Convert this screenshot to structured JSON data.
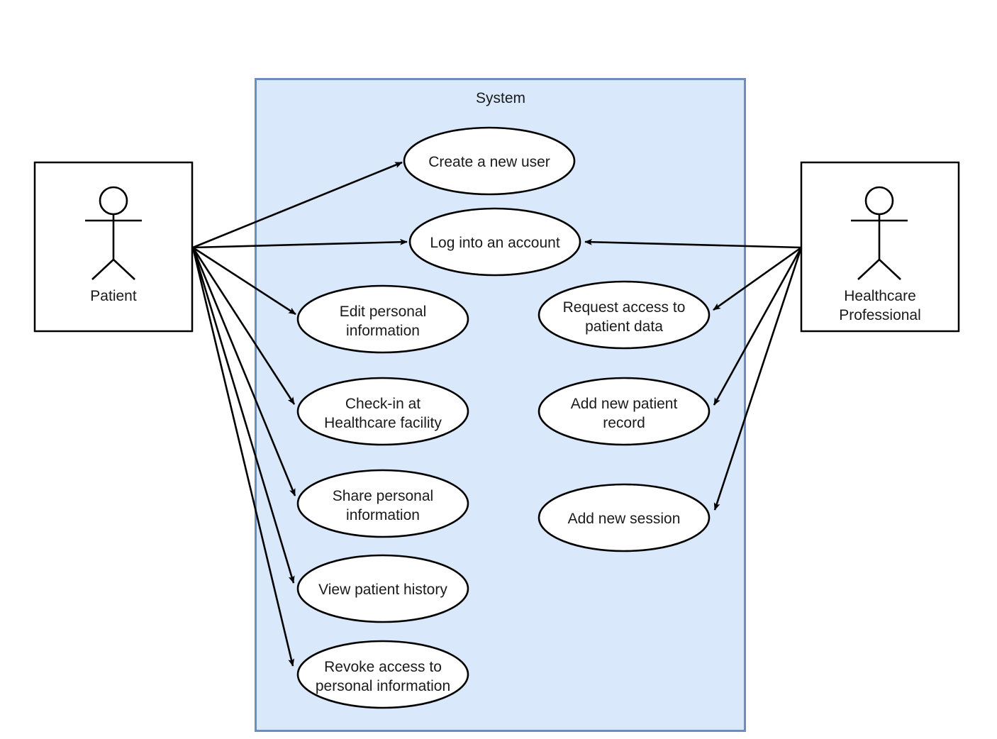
{
  "diagram": {
    "type": "uml-use-case-diagram",
    "system": {
      "label": "System",
      "fill_color": "#dae8fc",
      "border_color": "#6c8ebf"
    },
    "actors": [
      {
        "id": "patient",
        "label": "Patient",
        "label_lines": [
          "Patient"
        ],
        "side": "left"
      },
      {
        "id": "healthcare-professional",
        "label": "Healthcare Professional",
        "label_lines": [
          "Healthcare",
          "Professional"
        ],
        "side": "right"
      }
    ],
    "use_cases": [
      {
        "id": "create-a-new-user",
        "label": "Create a new user",
        "lines": [
          "Create a new user"
        ]
      },
      {
        "id": "log-into-an-account",
        "label": "Log into an account",
        "lines": [
          "Log into an account"
        ]
      },
      {
        "id": "edit-personal-information",
        "label": "Edit personal information",
        "lines": [
          "Edit personal",
          "information"
        ]
      },
      {
        "id": "check-in-at-healthcare-facility",
        "label": "Check-in at Healthcare facility",
        "lines": [
          "Check-in at",
          "Healthcare facility"
        ]
      },
      {
        "id": "share-personal-information",
        "label": "Share personal information",
        "lines": [
          "Share personal",
          "information"
        ]
      },
      {
        "id": "view-patient-history",
        "label": "View patient history",
        "lines": [
          "View patient history"
        ]
      },
      {
        "id": "revoke-access-to-personal-information",
        "label": "Revoke access to personal information",
        "lines": [
          "Revoke access to",
          "personal information"
        ]
      },
      {
        "id": "request-access-to-patient-data",
        "label": "Request access to patient data",
        "lines": [
          "Request access to",
          "patient data"
        ]
      },
      {
        "id": "add-new-patient-record",
        "label": "Add new patient record",
        "lines": [
          "Add new patient",
          "record"
        ]
      },
      {
        "id": "add-new-session",
        "label": "Add new session",
        "lines": [
          "Add new session"
        ]
      }
    ],
    "associations": [
      {
        "from": "patient",
        "to": "create-a-new-user"
      },
      {
        "from": "patient",
        "to": "log-into-an-account"
      },
      {
        "from": "patient",
        "to": "edit-personal-information"
      },
      {
        "from": "patient",
        "to": "check-in-at-healthcare-facility"
      },
      {
        "from": "patient",
        "to": "share-personal-information"
      },
      {
        "from": "patient",
        "to": "view-patient-history"
      },
      {
        "from": "patient",
        "to": "revoke-access-to-personal-information"
      },
      {
        "from": "healthcare-professional",
        "to": "log-into-an-account"
      },
      {
        "from": "healthcare-professional",
        "to": "request-access-to-patient-data"
      },
      {
        "from": "healthcare-professional",
        "to": "add-new-patient-record"
      },
      {
        "from": "healthcare-professional",
        "to": "add-new-session"
      }
    ]
  }
}
